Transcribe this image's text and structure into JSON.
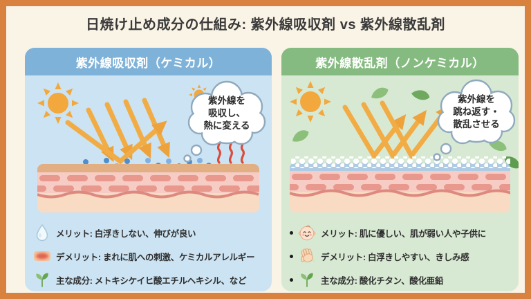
{
  "title": "日焼け止め成分の仕組み: 紫外線吸収剤 vs 紫外線散乱剤",
  "panels": {
    "left": {
      "header": "紫外線吸収剤（ケミカル）",
      "bubble": "紫外線を\n吸収し、\n熱に変える",
      "bullets": [
        {
          "icon": "droplet-icon",
          "text": "メリット: 白浮きしない、伸びが良い"
        },
        {
          "icon": "irritated-skin-icon",
          "text": "デメリット: まれに肌への刺激、ケミカルアレルギー"
        },
        {
          "icon": "seedling-icon",
          "text": "主な成分: メトキシケイヒ酸エチルヘキシル、など"
        }
      ],
      "theme": {
        "header_bg": "#7FB2D9",
        "panel_bg": "#CBE3F2",
        "particle": "#4E8FD0"
      }
    },
    "right": {
      "header": "紫外線散乱剤（ノンケミカル）",
      "bubble": "紫外線を\n跳ね返す・\n散乱させる",
      "bullets": [
        {
          "icon": "baby-face-icon",
          "text": "メリット: 肌に優しい、肌が弱い人や子供に"
        },
        {
          "icon": "waving-hand-icon",
          "text": "デメリット: 白浮きしやすい、きしみ感"
        },
        {
          "icon": "seedling-icon",
          "text": "主な成分: 酸化チタン、酸化亜鉛"
        }
      ],
      "theme": {
        "header_bg": "#85BB81",
        "panel_bg": "#D8E9D3",
        "particle": "#FFFFFF"
      }
    }
  },
  "colors": {
    "border": "#D9823F",
    "background": "#FAF4E6",
    "sun": "#F3A83E",
    "uv_arrow": "#F1AC45",
    "heat": "#DC4A3C",
    "skin_tan": "#E2AF85",
    "skin_pink": "#F6CCC4",
    "skin_cell": "#E8988D",
    "skin_deep": "#F8DBC2",
    "sunscreen_film": "#AECBE3",
    "leaf": "#8CC07A",
    "text": "#2E2E2E"
  }
}
